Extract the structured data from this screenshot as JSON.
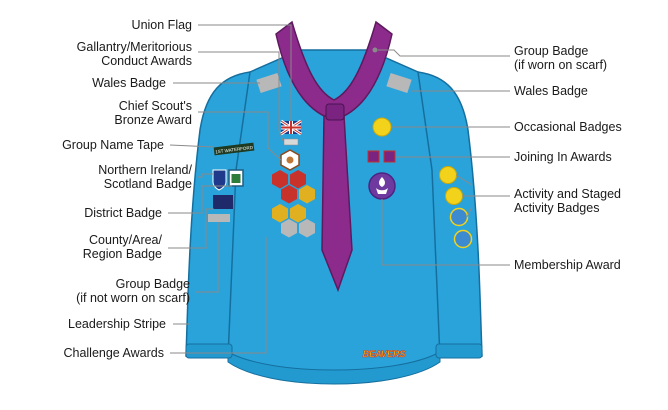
{
  "diagram": {
    "left_labels": [
      {
        "id": "union-flag",
        "lines": [
          "Union Flag"
        ]
      },
      {
        "id": "gallantry",
        "lines": [
          "Gallantry/Meritorious",
          "Conduct Awards"
        ]
      },
      {
        "id": "wales-left",
        "lines": [
          "Wales Badge"
        ]
      },
      {
        "id": "chief-scout",
        "lines": [
          "Chief Scout's",
          "Bronze Award"
        ]
      },
      {
        "id": "group-name-tape",
        "lines": [
          "Group Name Tape"
        ]
      },
      {
        "id": "ni-scotland",
        "lines": [
          "Northern Ireland/",
          "Scotland Badge"
        ]
      },
      {
        "id": "district",
        "lines": [
          "District Badge"
        ]
      },
      {
        "id": "county",
        "lines": [
          "County/Area/",
          "Region Badge"
        ]
      },
      {
        "id": "group-badge-left",
        "lines": [
          "Group Badge",
          "(if not worn on scarf)"
        ]
      },
      {
        "id": "leadership",
        "lines": [
          "Leadership Stripe"
        ]
      },
      {
        "id": "challenge",
        "lines": [
          "Challenge Awards"
        ]
      }
    ],
    "right_labels": [
      {
        "id": "group-badge-right",
        "lines": [
          "Group Badge",
          "(if worn on scarf)"
        ]
      },
      {
        "id": "wales-right",
        "lines": [
          "Wales Badge"
        ]
      },
      {
        "id": "occasional",
        "lines": [
          "Occasional Badges"
        ]
      },
      {
        "id": "joining-in",
        "lines": [
          "Joining In Awards"
        ]
      },
      {
        "id": "activity",
        "lines": [
          "Activity and Staged",
          "Activity Badges"
        ]
      },
      {
        "id": "membership",
        "lines": [
          "Membership Award"
        ]
      }
    ],
    "name_tape_text": "1ST WATERFORD",
    "brand_logo_text": "BEAVERS",
    "colors": {
      "jumper": "#2aa3db",
      "jumper_outline": "#156f9e",
      "scarf": "#8c2b8c",
      "scarf_outline": "#5e1a5e",
      "leader": "#8a8a8a",
      "badge_grey": "#b8b8b8",
      "occasional_yellow": "#f2d21a",
      "membership_purple": "#6e3aa0",
      "challenge_red": "#c8322a"
    }
  }
}
